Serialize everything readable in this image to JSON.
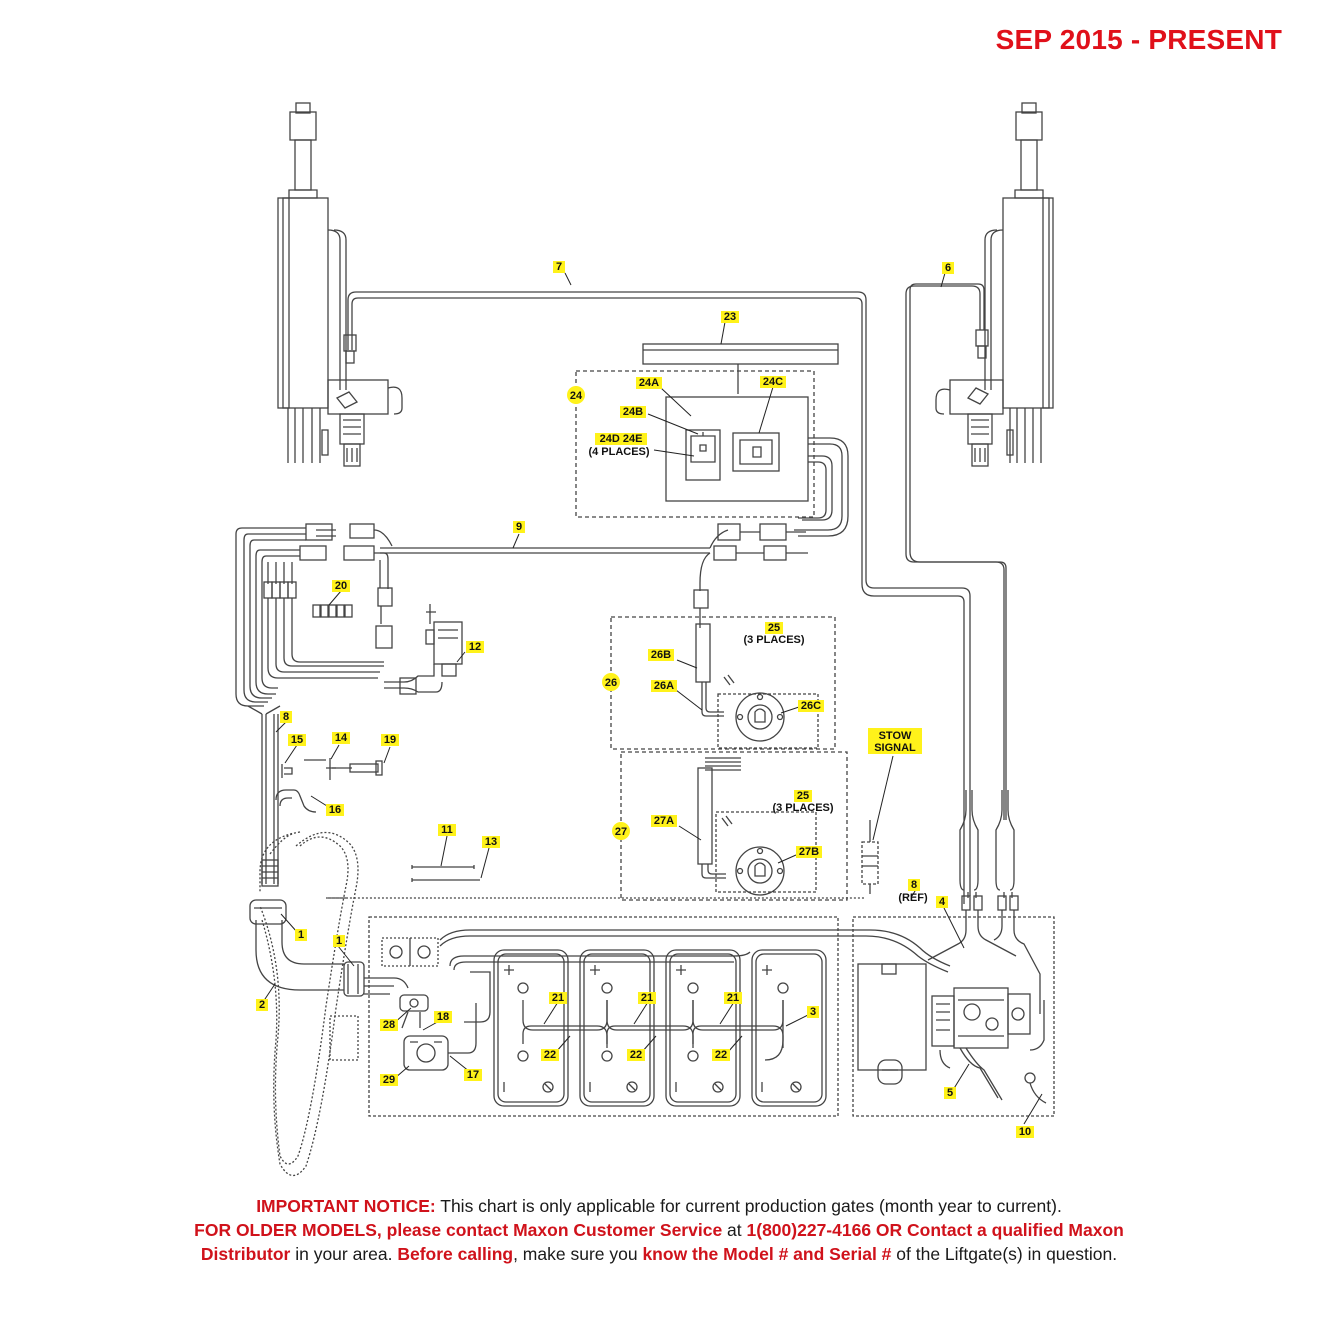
{
  "banner": {
    "date_range": "SEP 2015 - PRESENT",
    "color": "#e0101a"
  },
  "callouts": {
    "c1a": "1",
    "c1b": "1",
    "c2": "2",
    "c3": "3",
    "c4": "4",
    "c5": "5",
    "c6": "6",
    "c7": "7",
    "c8": "8",
    "c8ref": "8",
    "c9": "9",
    "c10": "10",
    "c11": "11",
    "c12": "12",
    "c13": "13",
    "c14": "14",
    "c15": "15",
    "c16": "16",
    "c17": "17",
    "c18": "18",
    "c19": "19",
    "c20": "20",
    "c21a": "21",
    "c21b": "21",
    "c21c": "21",
    "c22a": "22",
    "c22b": "22",
    "c22c": "22",
    "c23": "23",
    "c24": "24",
    "c24a": "24A",
    "c24b": "24B",
    "c24c": "24C",
    "c24de": "24D 24E",
    "c25a": "25",
    "c25b": "25",
    "c26": "26",
    "c26a": "26A",
    "c26b": "26B",
    "c26c": "26C",
    "c27": "27",
    "c27a": "27A",
    "c27b": "27B",
    "c28": "28",
    "c29": "29",
    "stow1": "STOW",
    "stow2": "SIGNAL"
  },
  "subnotes": {
    "four_places": "(4 PLACES)",
    "three_places_a": "(3 PLACES)",
    "three_places_b": "(3 PLACES)",
    "ref": "(REF)"
  },
  "notice": {
    "p1_bold": "IMPORTANT NOTICE:",
    "p1_text": " This chart is only applicable for current production gates (month year to current).",
    "p2_bold": "FOR OLDER MODELS, please contact Maxon Customer Service",
    "p2_text": " at ",
    "p2_bold2": "1(800)227-4166 OR Contact a qualified Maxon",
    "p3_bold": "Distributor",
    "p3_text": " in your area. ",
    "p3_bold2": "Before calling",
    "p3_text2": ", make sure you ",
    "p3_bold3": "know the Model # and Serial #",
    "p3_text3": " of the Liftgate(s) in question.",
    "highlight_color": "#d0121b"
  },
  "colors": {
    "callout_highlight": "#fff21a",
    "line": "#444444"
  }
}
